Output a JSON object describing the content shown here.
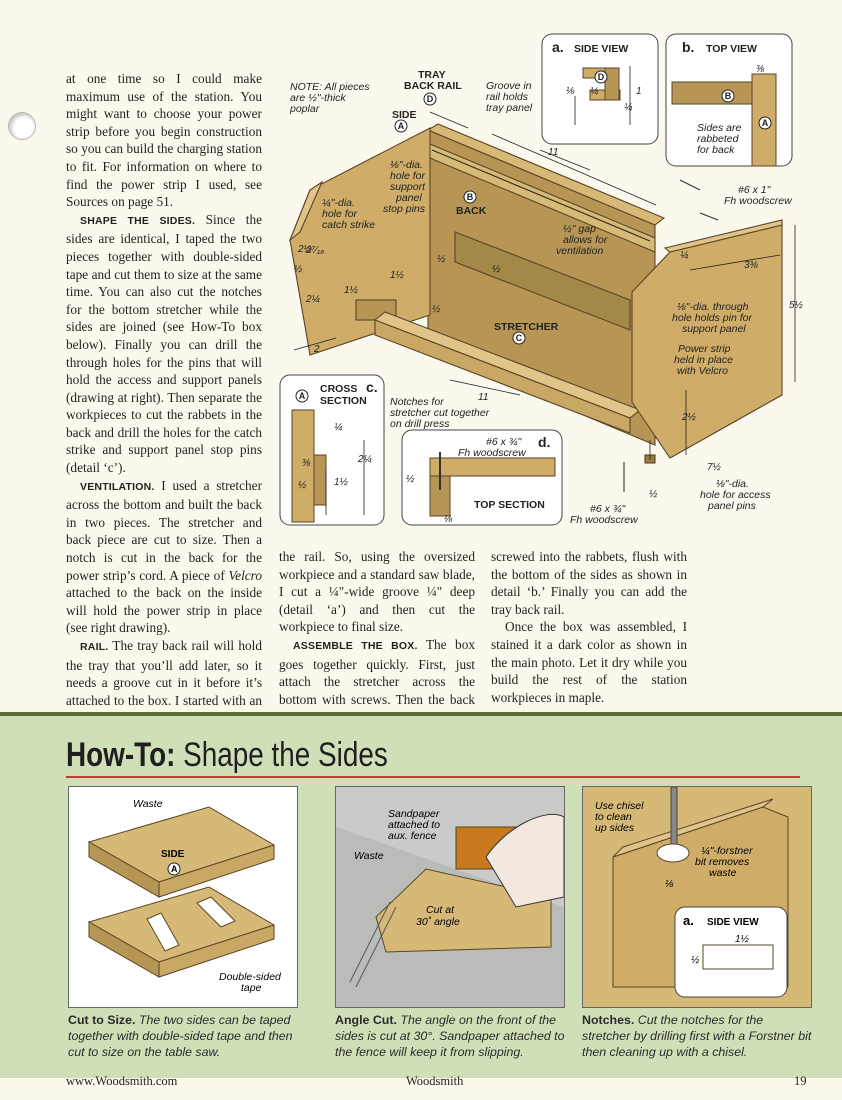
{
  "column1": {
    "p1": "at one time so I could make maximum use of the station. You might want to choose your power strip before you begin construction so you can build the charging station to fit. For information on where to find the power strip I used, see Sources on page 51.",
    "shape_head": "SHAPE THE SIDES.",
    "shape_body": " Since the sides are identical, I taped the two pieces together with double-sided tape and cut them to size at the same time. You can also cut the notches for the bottom stretcher while the sides are joined (see How-To box below). Finally you can drill the through holes for the pins that will hold the access and support panels (drawing at right). Then separate the workpieces to cut the rabbets in the back and drill the holes for the catch strike and support panel stop pins (detail ‘c’).",
    "vent_head": "VENTILATION.",
    "vent_body_a": " I used a stretcher across the bottom and built the back in two pieces. The stretcher and back piece are cut to size. Then a notch is cut in the back for the power strip’s cord. A piece of ",
    "vent_velcro": "Velcro",
    "vent_body_b": " attached to the back on the inside will hold the power strip in place (see right drawing).",
    "rail_head": "RAIL.",
    "rail_body": " The tray back rail will hold the tray that you’ll add later, so it needs a groove cut in it before it’s attached to the box. I started with an oversized workpiece to make"
  },
  "column2": {
    "p1": "the rail. So, using the oversized workpiece and a standard saw blade, I cut a ¼\"-wide groove ¼\" deep (detail ‘a’) and then cut the workpiece to final size.",
    "assemble_head": "ASSEMBLE THE BOX.",
    "assemble_body": " The box goes together quickly. First, just attach the stretcher across the bottom with screws. Then the back is"
  },
  "column3": {
    "p1": "screwed into the rabbets, flush with the bottom of the sides as shown in detail ‘b.’ Finally you can add the tray back rail.",
    "p2": "Once the box was assembled, I stained it a dark color as shown in the main photo. Let it dry while you build the rest of the station workpieces in maple."
  },
  "main_drawing": {
    "note": [
      "NOTE: All pieces",
      "are ½\"-thick",
      "poplar"
    ],
    "tray_back_rail": [
      "TRAY",
      "BACK RAIL"
    ],
    "groove": [
      "Groove in",
      "rail holds",
      "tray panel"
    ],
    "side": "SIDE",
    "back": "BACK",
    "stretcher": "STRETCHER",
    "hole_support": [
      "⅛\"-dia.",
      "hole for",
      "support",
      "panel",
      "stop pins"
    ],
    "hole_catch": [
      "¼\"-dia.",
      "hole for",
      "catch strike"
    ],
    "gap": [
      "½\" gap",
      "allows for",
      "ventilation"
    ],
    "woodscrew_top": [
      "#6 x 1\"",
      "Fh woodscrew"
    ],
    "through_hole": [
      "⅛\"-dia. through",
      "hole holds pin for",
      "support panel"
    ],
    "power_strip": [
      "Power strip",
      "held in place",
      "with Velcro"
    ],
    "notches": [
      "Notches for",
      "stretcher cut together",
      "on drill press"
    ],
    "access_hole": [
      "⅛\"-dia.",
      "hole for access",
      "panel pins"
    ],
    "woodscrew_bottom": [
      "#6 x ¾\"",
      "Fh woodscrew"
    ],
    "dims": {
      "d11a": "11",
      "d11b": "11",
      "d14": "¼",
      "d358": "3⅜",
      "d512": "5½",
      "d212a": "2½",
      "d712": "7½",
      "d212b": "2½",
      "d2716": "2⁷⁄₁₆",
      "d112a": "1½",
      "d214": "2¼",
      "d112b": "1½",
      "d12a": "½",
      "d12b": "½",
      "d12c": "½",
      "d12d": "½",
      "d2": "2",
      "d12e": "½"
    },
    "side_letter": "A",
    "back_letter": "B",
    "stretcher_letter": "C",
    "rail_letter": "D"
  },
  "detail_a": {
    "letter": "a.",
    "title": "SIDE VIEW",
    "part": "D",
    "d18": "⅛",
    "d14a": "¼",
    "d1": "1",
    "d14b": "¼"
  },
  "detail_b": {
    "letter": "b.",
    "title": "TOP VIEW",
    "part_b": "B",
    "part_a": "A",
    "d38": "⅜",
    "note": [
      "Sides are",
      "rabbeted",
      "for back"
    ]
  },
  "detail_c": {
    "letter": "c.",
    "title": [
      "CROSS",
      "SECTION"
    ],
    "part": "A",
    "d14": "¼",
    "d38": "⅜",
    "d214": "2¼",
    "d112": "1½",
    "d12": "½"
  },
  "detail_d": {
    "letter": "d.",
    "screw": [
      "#6 x ¾\"",
      "Fh woodscrew"
    ],
    "title": "TOP SECTION",
    "d12": "½",
    "d18": "⅛"
  },
  "howto": {
    "title_bold": "How-To:",
    "title_rest": " Shape the Sides",
    "panel1": {
      "waste": "Waste",
      "side": "SIDE",
      "letter": "A",
      "tape": [
        "Double-sided",
        "tape"
      ]
    },
    "panel2": {
      "sandpaper": [
        "Sandpaper",
        "attached to",
        "aux. fence"
      ],
      "waste": "Waste",
      "cut": [
        "Cut at",
        "30˚ angle"
      ]
    },
    "panel3": {
      "chisel": [
        "Use chisel",
        "to clean",
        "up sides"
      ],
      "forstner": [
        "¼\"-forstner",
        "bit removes",
        "waste"
      ],
      "d18": "⅛",
      "inset_letter": "a.",
      "inset_title": "SIDE VIEW",
      "d112": "1½",
      "d12": "½"
    },
    "captions": [
      {
        "head": "Cut to Size.",
        "body": " The two sides can be taped together with double-sided tape and then cut to size on the table saw."
      },
      {
        "head": "Angle Cut.",
        "body": " The angle on the front of the sides is cut at 30°. Sandpaper attached to the fence will keep it from slipping."
      },
      {
        "head": "Notches.",
        "body": " Cut the notches for the stretcher by drilling first with a Forstner bit then cleaning up with a chisel."
      }
    ]
  },
  "footer": {
    "url": "www.Woodsmith.com",
    "magazine": "Woodsmith",
    "page": "19"
  }
}
